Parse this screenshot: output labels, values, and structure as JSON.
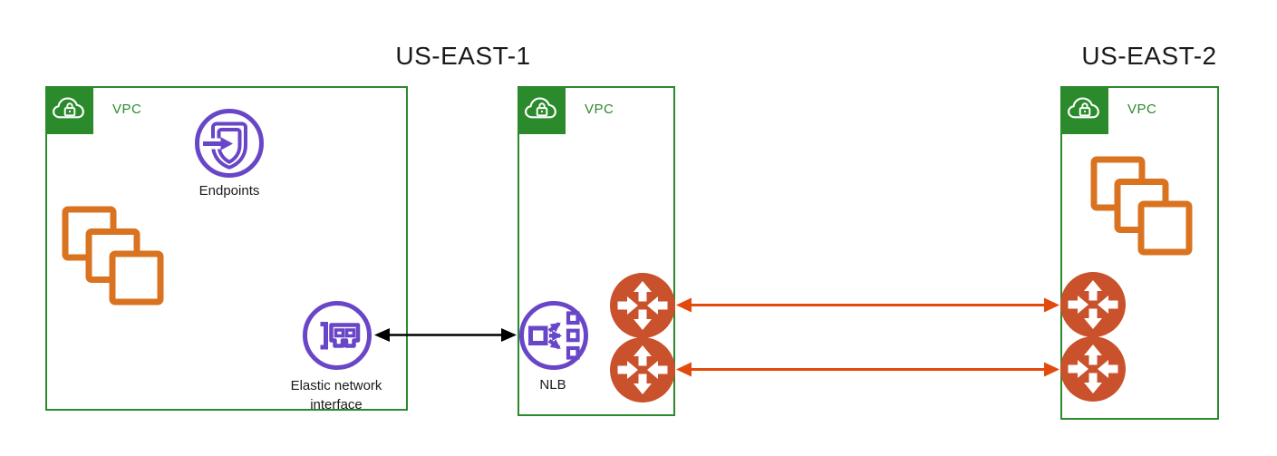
{
  "colors": {
    "vpc_green": "#2B8A2B",
    "instance_orange": "#D9731F",
    "icon_purple": "#6946C8",
    "gateway_brick": "#C9512B",
    "arrow_orange": "#E24A0D",
    "arrow_black": "#000000",
    "text_dark": "#1A1A1A",
    "canvas_bg": "#FFFFFF"
  },
  "region_titles": [
    {
      "text": "US-EAST-1"
    },
    {
      "text": "US-EAST-2"
    }
  ],
  "vpc_boxes": [
    {
      "label": "VPC",
      "icon": "vpc-cloud-lock-icon",
      "region": "US-EAST-1"
    },
    {
      "label": "VPC",
      "icon": "vpc-cloud-lock-icon",
      "region": "US-EAST-1"
    },
    {
      "label": "VPC",
      "icon": "vpc-cloud-lock-icon",
      "region": "US-EAST-2"
    }
  ],
  "nodes": {
    "endpoints": {
      "label": "Endpoints",
      "icon": "vpc-endpoints-icon"
    },
    "instance_stack_left": {
      "icon": "instance-stack-icon"
    },
    "elastic_network_interface": {
      "label": "Elastic network interface",
      "icon": "elastic-network-interface-icon"
    },
    "nlb": {
      "label": "NLB",
      "icon": "network-load-balancer-icon"
    },
    "transit_gateway_middle_top": {
      "icon": "transit-gateway-icon"
    },
    "transit_gateway_middle_bottom": {
      "icon": "transit-gateway-icon"
    },
    "instance_stack_right": {
      "icon": "instance-stack-icon"
    },
    "transit_gateway_right_top": {
      "icon": "transit-gateway-icon"
    },
    "transit_gateway_right_bottom": {
      "icon": "transit-gateway-icon"
    }
  },
  "connections": [
    {
      "from": "elastic-network-interface",
      "to": "nlb",
      "color": "black",
      "bidirectional": true
    },
    {
      "from": "transit-gateway-middle-top",
      "to": "transit-gateway-right-top",
      "color": "orange",
      "bidirectional": true
    },
    {
      "from": "transit-gateway-middle-bottom",
      "to": "transit-gateway-right-bottom",
      "color": "orange",
      "bidirectional": true
    }
  ]
}
